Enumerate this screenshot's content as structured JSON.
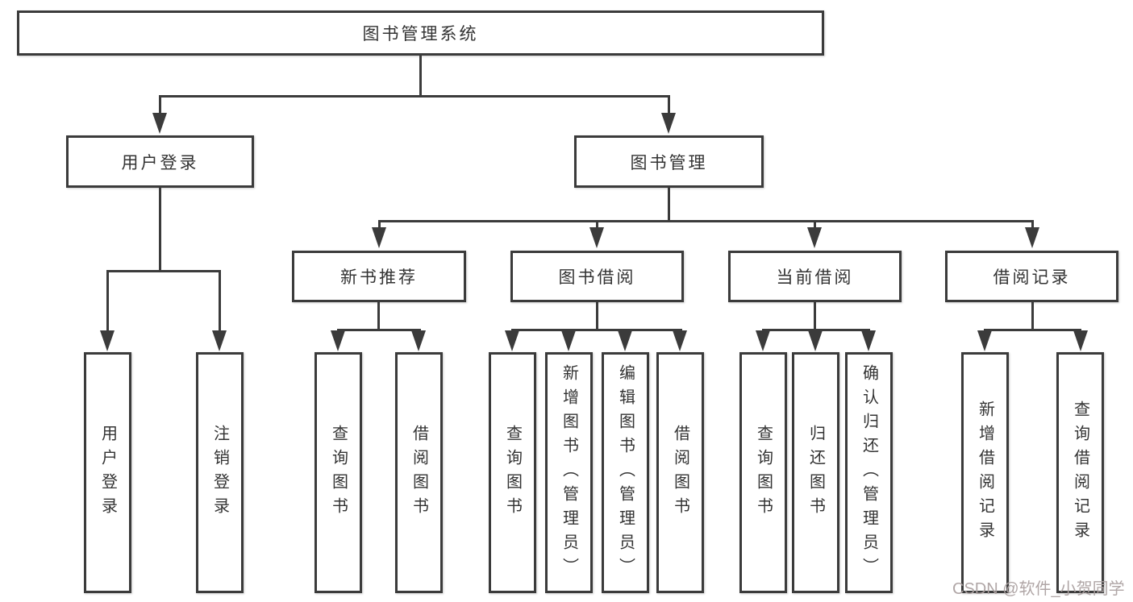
{
  "diagram": {
    "root": "图书管理系统",
    "level2": {
      "user_login": "用户登录",
      "book_mgmt": "图书管理"
    },
    "level3": {
      "new_book": "新书推荐",
      "book_borrow": "图书借阅",
      "current_borrow": "当前借阅",
      "borrow_record": "借阅记录"
    },
    "leaves": {
      "user_login": "用户登录",
      "logout": "注销登录",
      "query_book_1": "查询图书",
      "borrow_book_1": "借阅图书",
      "query_book_2": "查询图书",
      "add_book": "新增图书（管理员）",
      "edit_book": "编辑图书（管理员）",
      "borrow_book_2": "借阅图书",
      "query_book_3": "查询图书",
      "return_book": "归还图书",
      "confirm_return": "确认归还（管理员）",
      "add_borrow_record": "新增借阅记录",
      "query_borrow_record": "查询借阅记录"
    },
    "watermark": "CSDN @软件_小贺同学",
    "colors": {
      "line": "#3b3b3b",
      "text": "#333333",
      "background": "#ffffff",
      "watermark": "#aca2a2"
    }
  }
}
